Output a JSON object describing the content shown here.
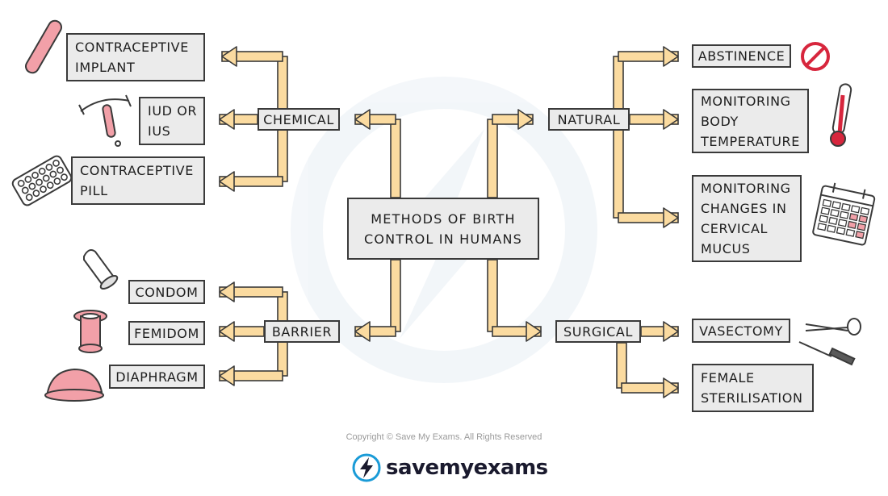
{
  "center": {
    "label": "METHODS OF BIRTH\nCONTROL IN HUMANS"
  },
  "categories": {
    "chemical": "CHEMICAL",
    "barrier": "BARRIER",
    "natural": "NATURAL",
    "surgical": "SURGICAL"
  },
  "methods": {
    "contraceptive_implant": "CONTRACEPTIVE\nIMPLANT",
    "iud_ius": "IUD OR\nIUS",
    "contraceptive_pill": "CONTRACEPTIVE\nPILL",
    "condom": "CONDOM",
    "femidom": "FEMIDOM",
    "diaphragm": "DIAPHRAGM",
    "abstinence": "ABSTINENCE",
    "monitoring_temperature": "MONITORING\nBODY\nTEMPERATURE",
    "monitoring_mucus": "MONITORING\nCHANGES IN\nCERVICAL\nMUCUS",
    "vasectomy": "VASECTOMY",
    "female_sterilisation": "FEMALE\nSTERILISATION"
  },
  "footer": {
    "copyright": "Copyright © Save My Exams. All Rights Reserved",
    "brand": "savemyexams"
  },
  "icons": [
    "implant-icon",
    "iud-icon",
    "pill-pack-icon",
    "condom-icon",
    "femidom-icon",
    "diaphragm-icon",
    "no-entry-icon",
    "thermometer-icon",
    "calendar-icon",
    "scissors-icon",
    "scalpel-icon",
    "lightning-bolt-icon"
  ],
  "colors": {
    "arrow_fill": "#fbdba0",
    "arrow_stroke": "#3a3a3a",
    "box_fill": "#ebebeb",
    "accent_pink": "#f2a0a8",
    "brand_blue": "#1a9bd7"
  }
}
